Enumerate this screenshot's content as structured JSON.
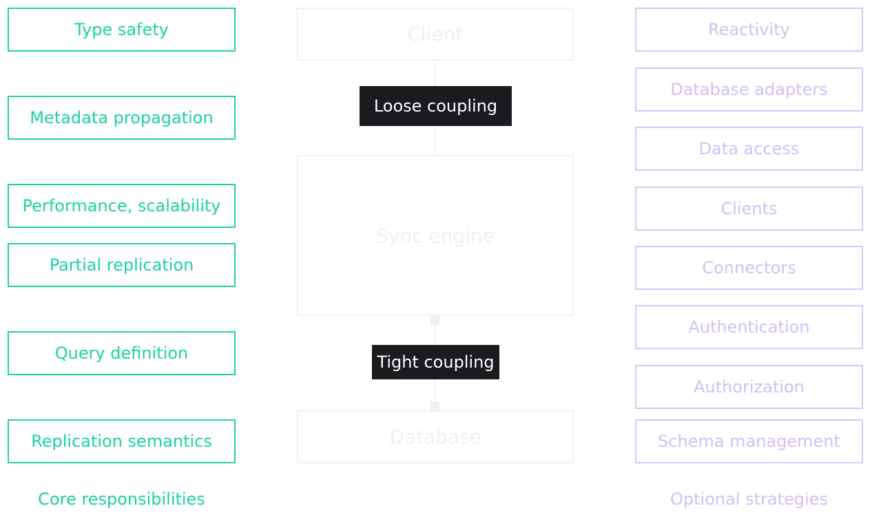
{
  "core": {
    "items": [
      "Type safety",
      "Metadata propagation",
      "Performance, scalability",
      "Partial replication",
      "Query definition",
      "Replication semantics"
    ],
    "caption": "Core responsibilities"
  },
  "center": {
    "client": "Client",
    "loose": "Loose coupling",
    "sync_engine": "Sync engine",
    "tight": "Tight coupling",
    "database": "Database"
  },
  "optional": {
    "items": [
      "Reactivity",
      "Database adapters",
      "Data access",
      "Clients",
      "Connectors",
      "Authentication",
      "Authorization",
      "Schema management"
    ],
    "caption": "Optional strategies"
  },
  "colors": {
    "core": "#1dd1a1",
    "optional": "#d3bff5",
    "label_bg": "#1b1b1f",
    "ghost": "#f0f0f0"
  }
}
